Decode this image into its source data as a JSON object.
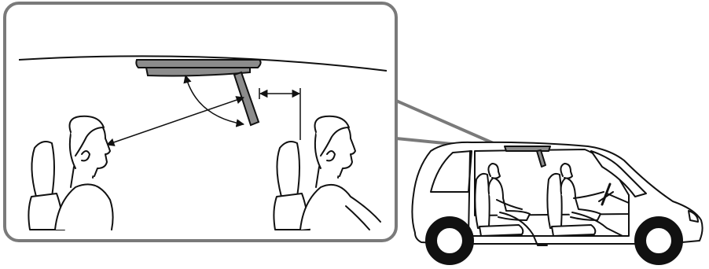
{
  "figure": {
    "colors": {
      "line": "#111111",
      "callout_frame": "#7a7a7a",
      "screen_housing": "#8c8c8c",
      "background": "#ffffff"
    },
    "zoom_view": {
      "figures": [
        "rear-passenger",
        "front-occupant"
      ],
      "screen_state": "folded-down"
    },
    "vehicle_view": {
      "occupants": [
        "rear-seat-passenger",
        "driver"
      ],
      "screen_state": "folded-down"
    }
  }
}
